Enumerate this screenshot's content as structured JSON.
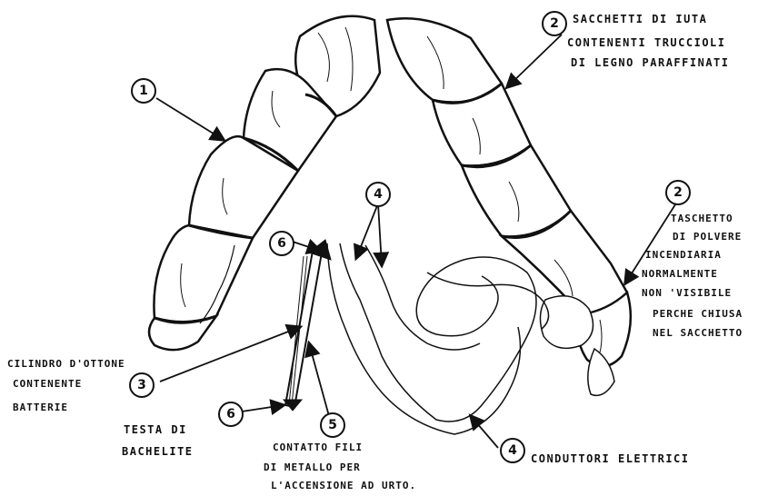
{
  "markers": {
    "m1": "1",
    "m2a": "2",
    "m2b": "2",
    "m3": "3",
    "m4a": "4",
    "m4b": "4",
    "m5": "5",
    "m6a": "6",
    "m6b": "6"
  },
  "labels": {
    "sacchetti_1": "SACCHETTI DI IUTA",
    "sacchetti_2": "CONTENENTI TRUCCIOLI",
    "sacchetti_3": "DI LEGNO PARAFFINATI",
    "taschetto_1": "TASCHETTO",
    "taschetto_2": "DI POLVERE",
    "taschetto_3": "INCENDIARIA",
    "taschetto_4": "NORMALMENTE",
    "taschetto_5": "NON 'VISIBILE",
    "taschetto_6": "PERCHE CHIUSA",
    "taschetto_7": "NEL SACCHETTO",
    "cilindro_1": "CILINDRO D'OTTONE",
    "cilindro_2": "CONTENENTE",
    "cilindro_3": "BATTERIE",
    "testa_1": "TESTA DI",
    "testa_2": "BACHELITE",
    "contatto_1": "CONTATTO FILI",
    "contatto_2": "DI METALLO PER",
    "contatto_3": "L'ACCENSIONE AD URTO.",
    "conduttori": "CONDUTTORI ELETTRICI"
  },
  "colors": {
    "ink": "#111111",
    "paper": "#ffffff"
  }
}
